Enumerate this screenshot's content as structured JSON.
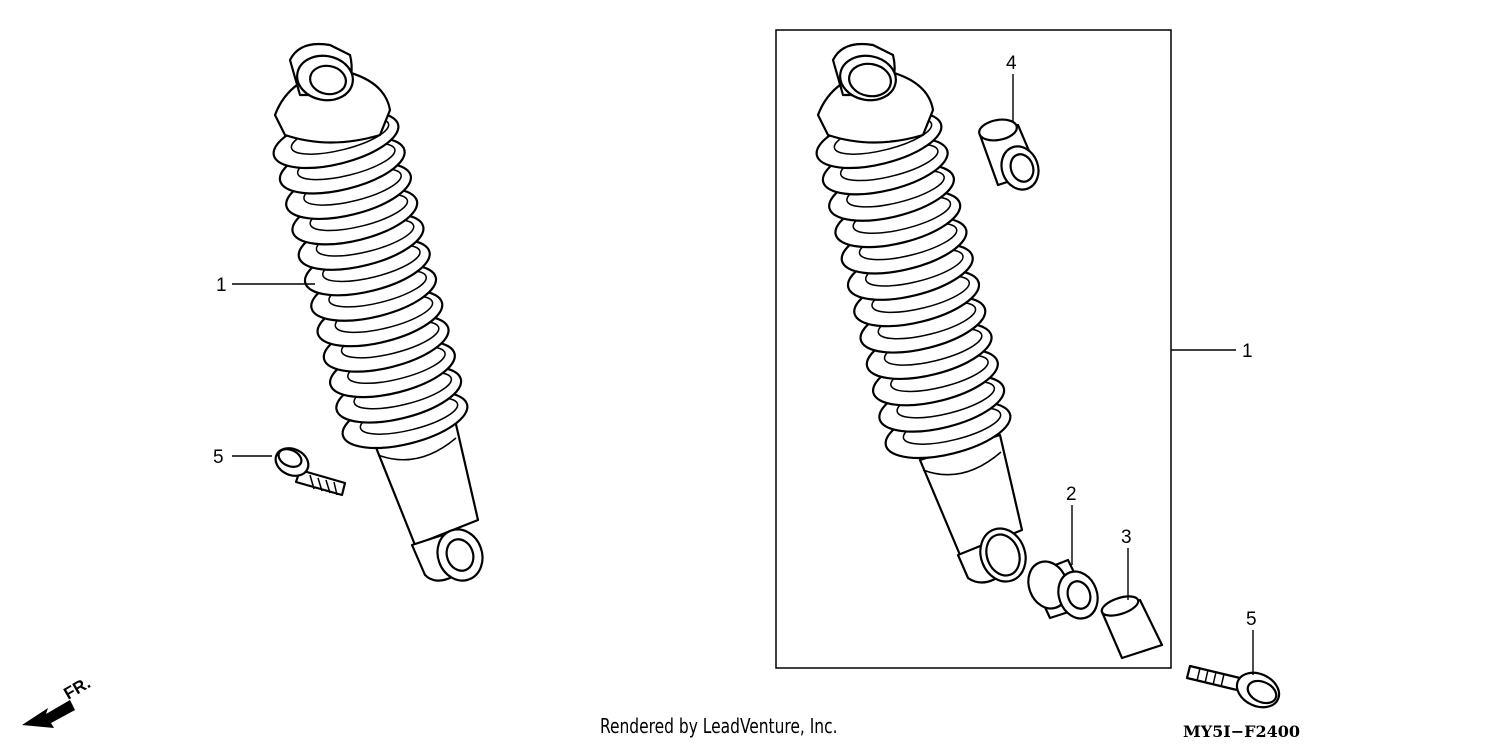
{
  "callouts": {
    "left_shock": "1",
    "left_bolt": "5",
    "right_assembly": "1",
    "upper_bushing": "4",
    "lower_bushing": "2",
    "collar": "3",
    "right_bolt": "5"
  },
  "arrow": {
    "label": "FR.",
    "icon": "front-direction-arrow-icon"
  },
  "footer": {
    "credit": "Rendered by LeadVenture, Inc.",
    "diagram_code": "MY5I−F2400"
  }
}
